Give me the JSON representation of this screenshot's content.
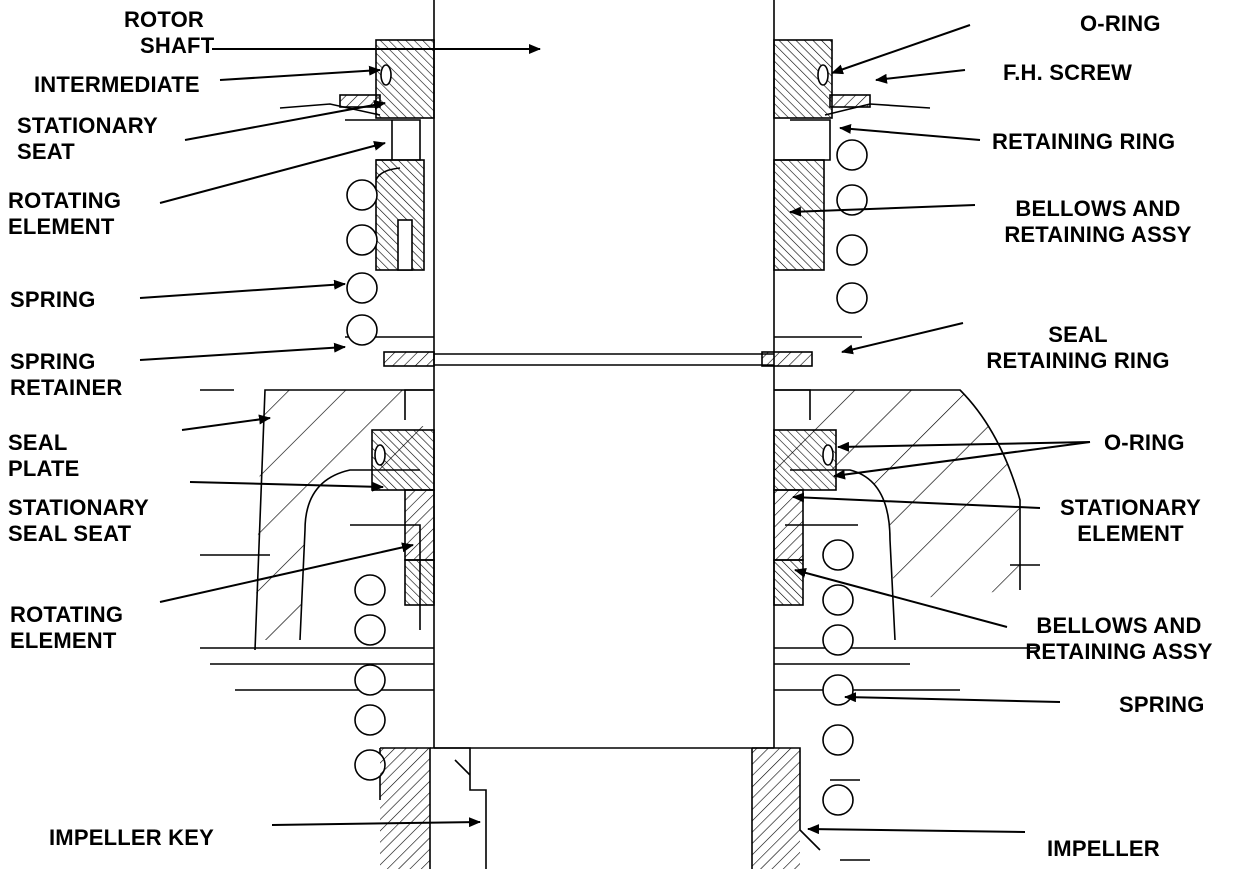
{
  "labels": {
    "rotor_shaft": [
      "ROTOR",
      "SHAFT"
    ],
    "intermediate": "INTERMEDIATE",
    "stationary_seat": [
      "STATIONARY",
      "SEAT"
    ],
    "rotating_element_upper": [
      "ROTATING",
      "ELEMENT"
    ],
    "spring_upper_left": "SPRING",
    "spring_retainer": [
      "SPRING",
      "RETAINER"
    ],
    "seal_plate": [
      "SEAL",
      "PLATE"
    ],
    "stationary_seal_seat": [
      "STATIONARY",
      "SEAL SEAT"
    ],
    "rotating_element_lower": [
      "ROTATING",
      "ELEMENT"
    ],
    "impeller_key": "IMPELLER KEY",
    "o_ring_upper": "O-RING",
    "fh_screw": "F.H. SCREW",
    "retaining_ring": "RETAINING RING",
    "bellows_upper": [
      "BELLOWS AND",
      "RETAINING ASSY"
    ],
    "seal_retaining_ring": [
      "SEAL",
      "RETAINING RING"
    ],
    "o_ring_lower": "O-RING",
    "stationary_element": [
      "STATIONARY",
      "ELEMENT"
    ],
    "bellows_lower": [
      "BELLOWS AND",
      "RETAINING ASSY"
    ],
    "spring_right": "SPRING",
    "impeller": "IMPELLER"
  }
}
